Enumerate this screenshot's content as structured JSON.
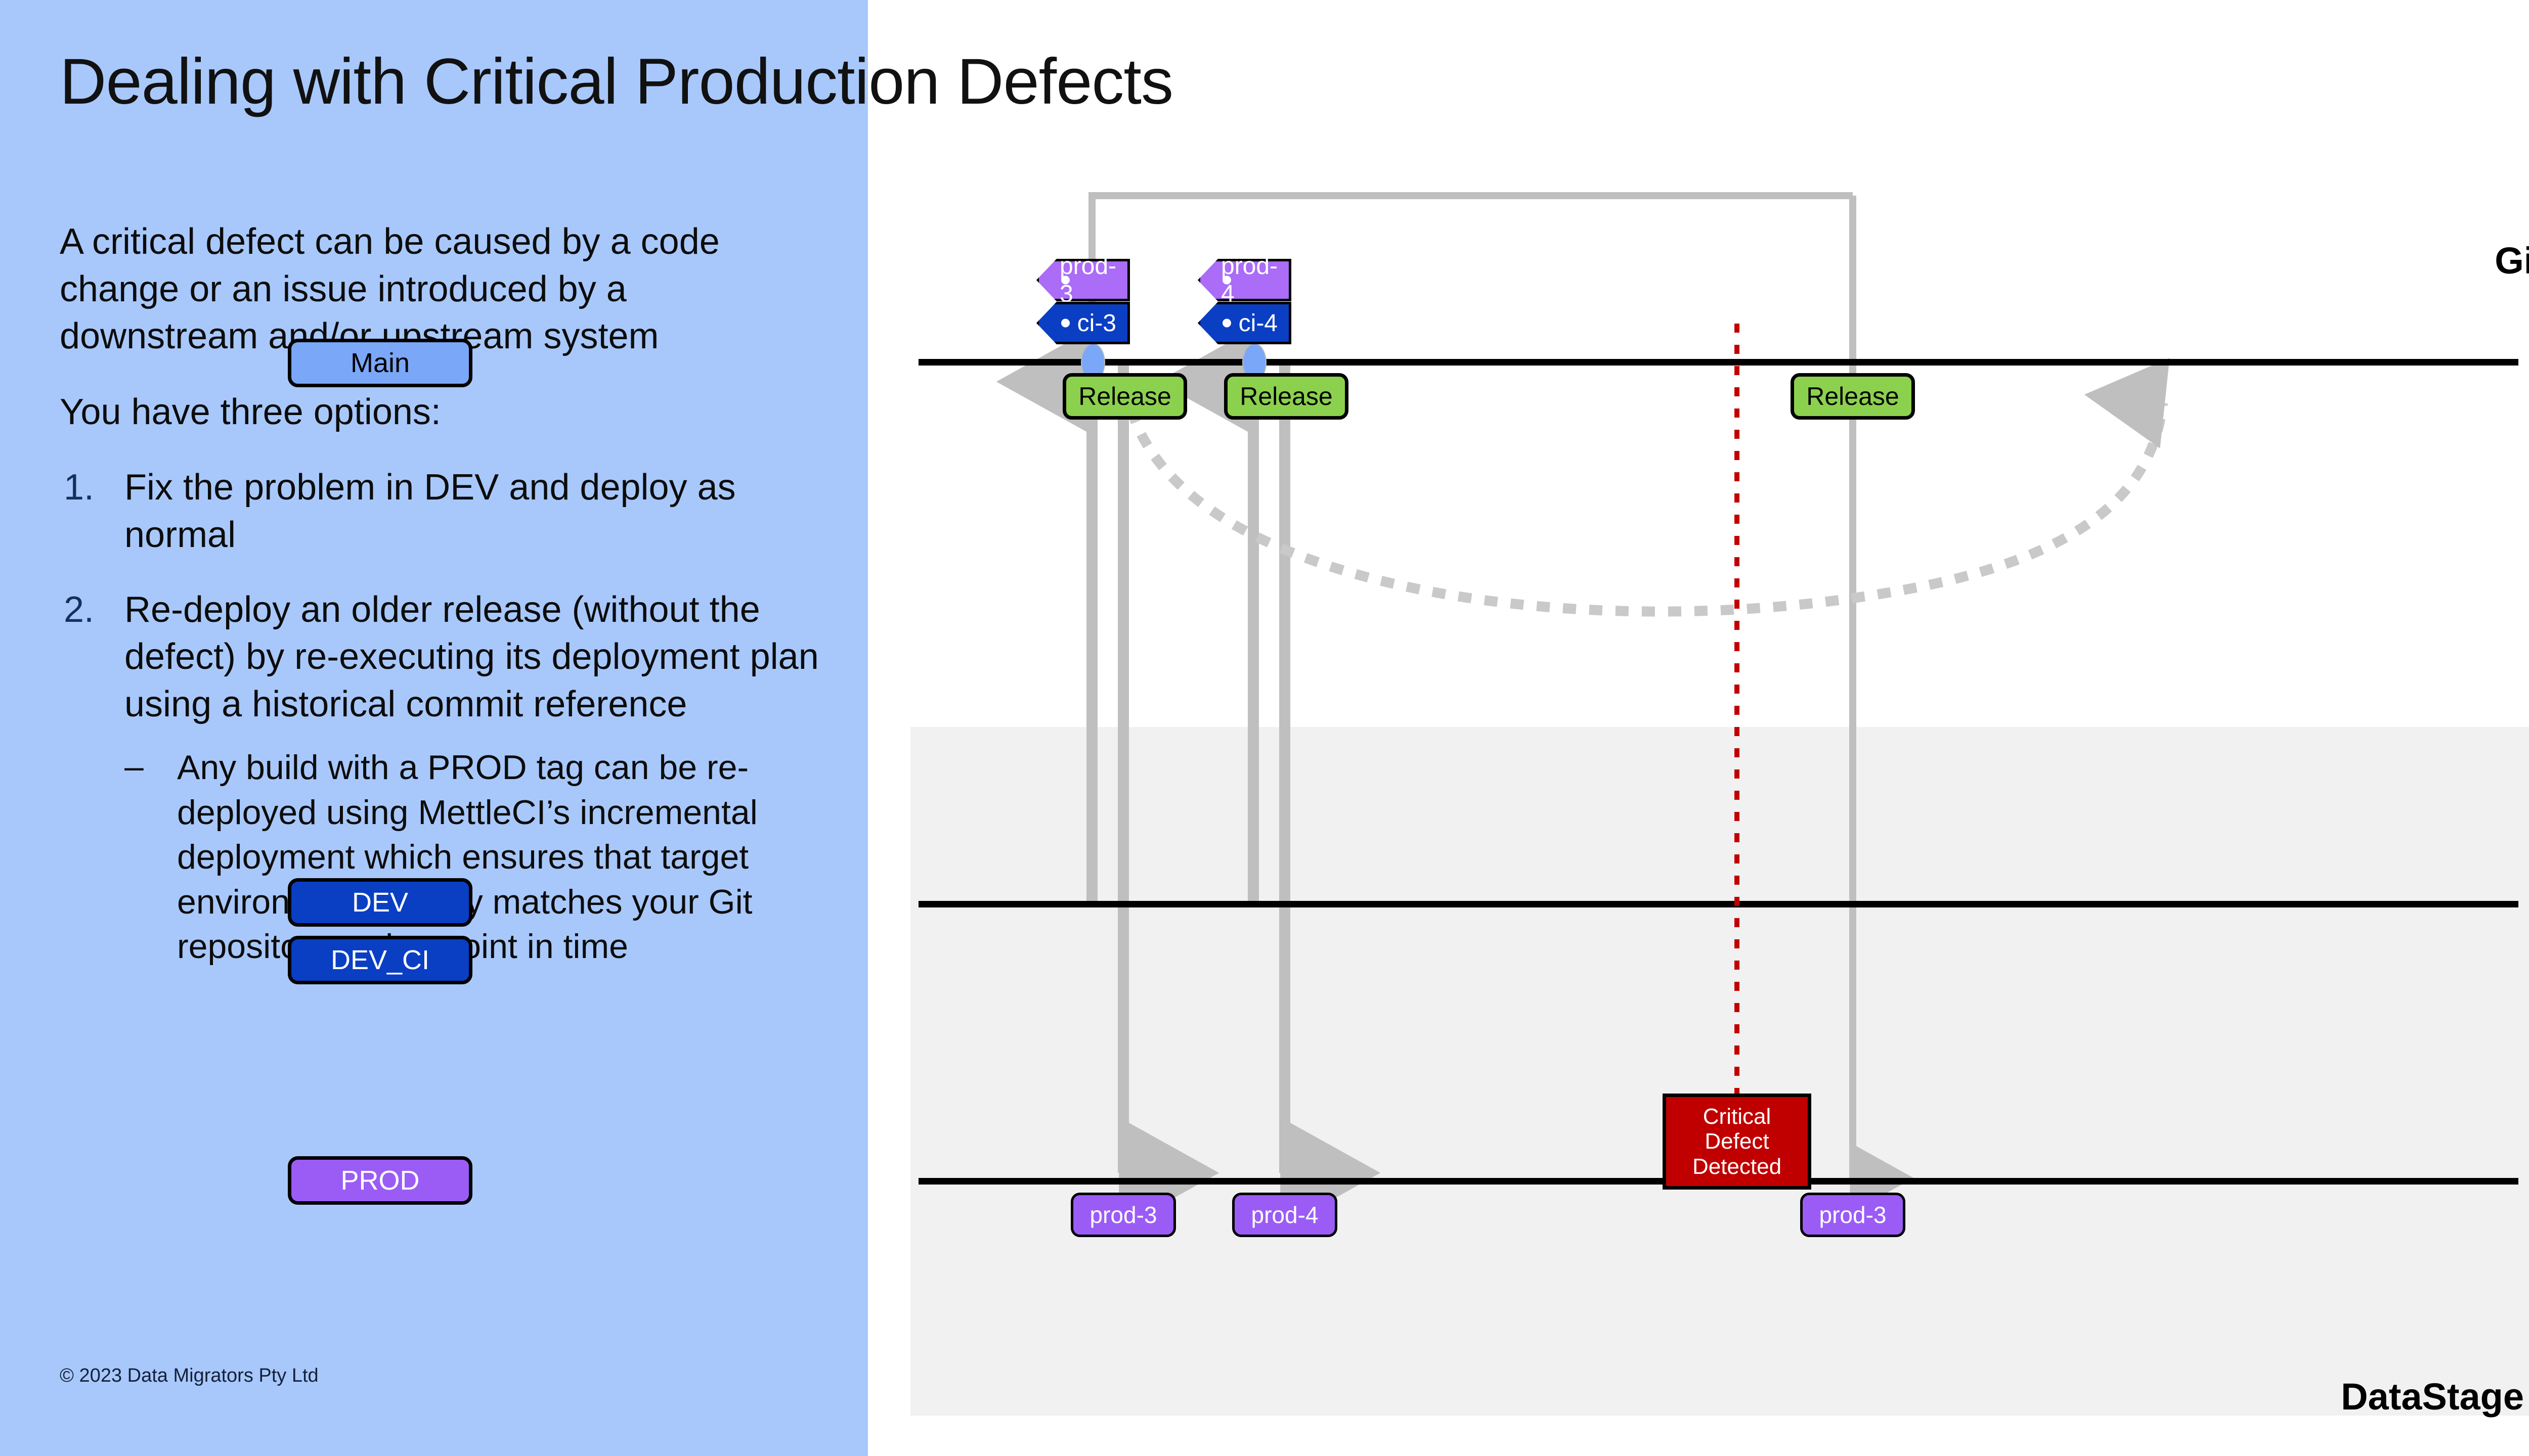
{
  "slide": {
    "title": "Dealing with Critical Production Defects",
    "copyright": "© 2023 Data Migrators Pty Ltd",
    "panel_bg": "#a8c8fb"
  },
  "body": {
    "paragraph_1": "A critical defect can be caused by a code change or an issue introduced by a downstream and/or upstream system",
    "paragraph_2": "You have three options:",
    "items": [
      {
        "number": "1.",
        "text": "Fix the problem in DEV and deploy as normal"
      },
      {
        "number": "2.",
        "text": "Re-deploy an older release (without the defect) by re-executing its deployment plan using a historical commit reference",
        "sub": [
          {
            "marker": "–",
            "text": "Any build with a PROD tag can be re-deployed using MettleCI’s incremental deployment which ensures that target environment exactly matches your Git repository at that point in time"
          }
        ]
      }
    ]
  },
  "diagram": {
    "git_label": "Git",
    "datastage_label": "DataStage",
    "branches": [
      {
        "name": "Main",
        "fill": "#7ba7f8",
        "text_color": "#000000"
      },
      {
        "name": "DEV",
        "fill": "#0a3fc4",
        "text_color": "#ffffff"
      },
      {
        "name": "DEV_CI",
        "fill": "#0a3fc4",
        "text_color": "#ffffff"
      },
      {
        "name": "PROD",
        "fill": "#9b5cf6",
        "text_color": "#ffffff"
      }
    ],
    "tags": [
      {
        "label": "prod-3",
        "kind": "prod",
        "fill": "#ab6cf7"
      },
      {
        "label": "ci-3",
        "kind": "ci",
        "fill": "#0a3fc4"
      },
      {
        "label": "prod-4",
        "kind": "prod",
        "fill": "#ab6cf7"
      },
      {
        "label": "ci-4",
        "kind": "ci",
        "fill": "#0a3fc4"
      }
    ],
    "releases": [
      {
        "label": "Release"
      },
      {
        "label": "Release"
      },
      {
        "label": "Release"
      }
    ],
    "prod_deployments": [
      {
        "label": "prod-3"
      },
      {
        "label": "prod-4"
      },
      {
        "label": "prod-3"
      }
    ],
    "defect": {
      "line1": "Critical",
      "line2": "Defect",
      "line3": "Detected",
      "fill": "#c00000",
      "marker_color": "#c00000"
    },
    "colors": {
      "rail": "#000000",
      "arrow": "#bfbfbf",
      "band": "#f1f1f1",
      "release_fill": "#8cd14e"
    }
  }
}
